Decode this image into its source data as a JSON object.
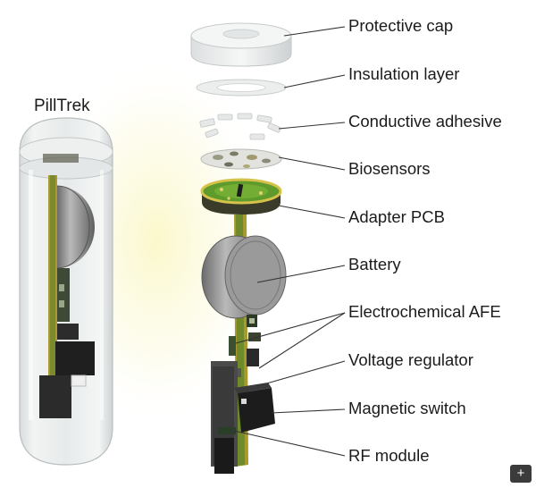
{
  "title": "PillTrek",
  "labels": [
    {
      "id": "protective-cap",
      "text": "Protective cap"
    },
    {
      "id": "insulation-layer",
      "text": "Insulation layer"
    },
    {
      "id": "conductive-adhesive",
      "text": "Conductive adhesive"
    },
    {
      "id": "biosensors",
      "text": "Biosensors"
    },
    {
      "id": "adapter-pcb",
      "text": "Adapter PCB"
    },
    {
      "id": "battery",
      "text": "Battery"
    },
    {
      "id": "electrochemical-afe",
      "text": "Electrochemical AFE"
    },
    {
      "id": "voltage-regulator",
      "text": "Voltage regulator"
    },
    {
      "id": "magnetic-switch",
      "text": "Magnetic switch"
    },
    {
      "id": "rf-module",
      "text": "RF module"
    }
  ],
  "expand_button": {
    "label": "+",
    "icon": "plus-icon"
  },
  "colors": {
    "pcb_green": "#5a8a2a",
    "pcb_gold": "#a89a2e",
    "glow": "#f6f2b8",
    "battery": "#8c8c8c",
    "leader": "#333333"
  }
}
